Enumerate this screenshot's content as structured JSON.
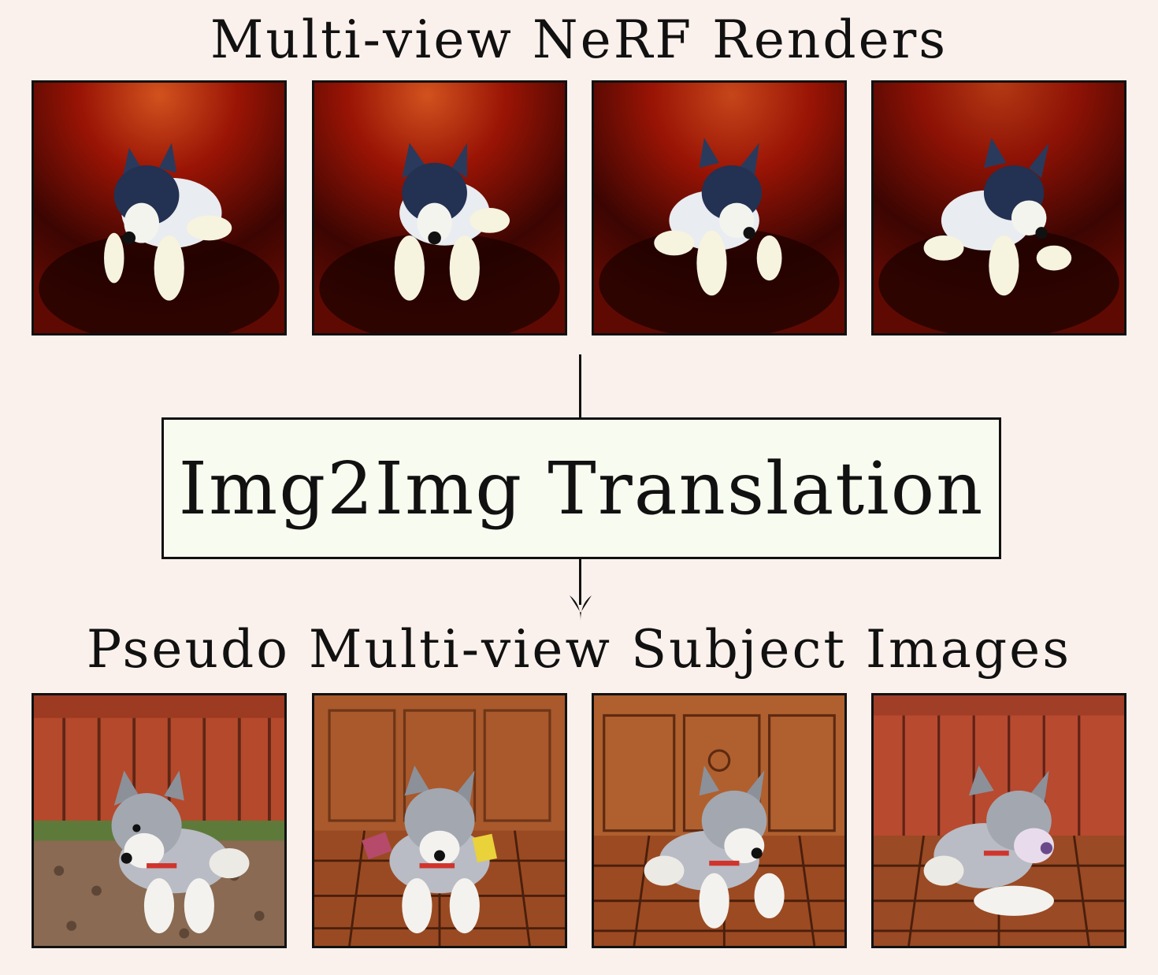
{
  "top_title": "Multi-view NeRF Renders",
  "process_label": "Img2Img Translation",
  "bottom_title": "Pseudo Multi-view Subject Images",
  "nerf_renders": [
    {
      "subject": "husky-plush",
      "background": "dark-red",
      "facing": "left"
    },
    {
      "subject": "husky-plush",
      "background": "dark-red",
      "facing": "front"
    },
    {
      "subject": "husky-plush",
      "background": "dark-red",
      "facing": "right"
    },
    {
      "subject": "husky-plush",
      "background": "dark-red",
      "facing": "right-turned"
    }
  ],
  "subject_images": [
    {
      "subject": "husky-plush",
      "background": "red-brick-wall-and-patterned-rug",
      "facing": "left"
    },
    {
      "subject": "husky-plush",
      "background": "wooden-door-and-tiled-floor",
      "facing": "front"
    },
    {
      "subject": "husky-plush",
      "background": "wooden-cabinet-and-tiled-floor",
      "facing": "right"
    },
    {
      "subject": "husky-plush",
      "background": "red-shelf-and-tiled-floor",
      "facing": "right-turned"
    }
  ],
  "colors": {
    "page_background": "#fbf1ec",
    "box_fill": "#f8fbef",
    "stroke": "#111111",
    "nerf_red": "#9a1405",
    "nerf_dark": "#1a0200",
    "brick_red": "#b5492b",
    "wood_brown": "#a0502a"
  }
}
